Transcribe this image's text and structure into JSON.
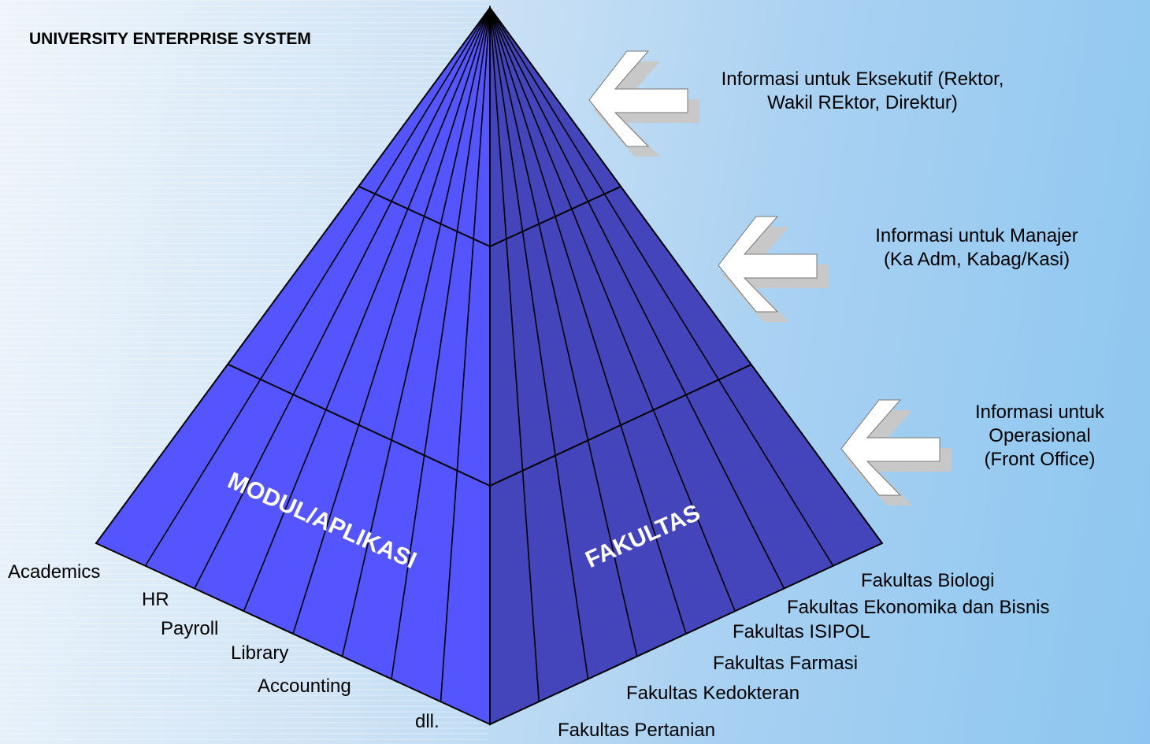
{
  "title": "UNIVERSITY ENTERPRISE SYSTEM",
  "colors": {
    "left_face": "#5555ff",
    "right_face": "#4444bb",
    "outline": "#000000",
    "arrow_fill": "#ffffff",
    "arrow_shadow": "#c8c8c8"
  },
  "pyramid": {
    "left_face_label": "MODUL/APLIKASI",
    "right_face_label": "FAKULTAS"
  },
  "levels": [
    {
      "line1": "Informasi untuk Eksekutif (Rektor,",
      "line2": "Wakil REktor, Direktur)"
    },
    {
      "line1": "Informasi untuk Manajer",
      "line2": "(Ka Adm, Kabag/Kasi)"
    },
    {
      "line1": "Informasi untuk",
      "line2": "Operasional",
      "line3": "(Front Office)"
    }
  ],
  "modules": [
    "Academics",
    "HR",
    "Payroll",
    "Library",
    "Accounting",
    "dll."
  ],
  "faculties": [
    "Fakultas Biologi",
    "Fakultas Ekonomika dan Bisnis",
    "Fakultas ISIPOL",
    "Fakultas Farmasi",
    "Fakultas Kedokteran",
    "Fakultas Pertanian"
  ]
}
